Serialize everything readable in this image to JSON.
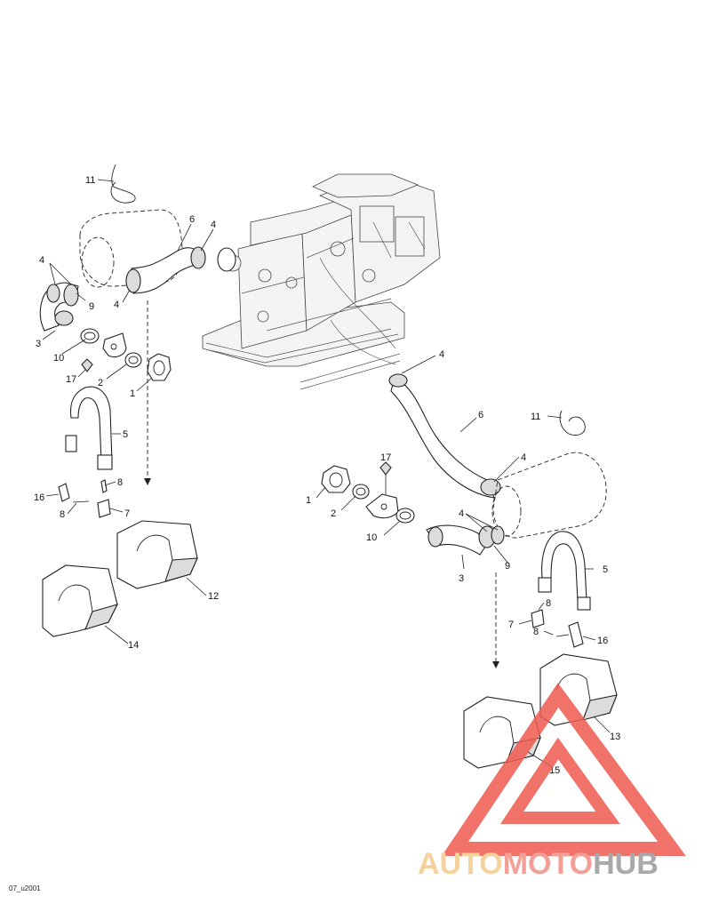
{
  "diagram": {
    "drawing_code": "07_u2001",
    "callouts": {
      "left": {
        "c11": "11",
        "c6": "6",
        "c4a": "4",
        "c4b": "4",
        "c4c": "4",
        "c9": "9",
        "c3": "3",
        "c10": "10",
        "c17": "17",
        "c2": "2",
        "c1": "1",
        "c5": "5",
        "c8a": "8",
        "c16": "16",
        "c8b": "8",
        "c7": "7",
        "c12": "12",
        "c14": "14"
      },
      "right": {
        "c4a": "4",
        "c6": "6",
        "c11": "11",
        "c4b": "4",
        "c17": "17",
        "c1": "1",
        "c2": "2",
        "c4c": "4",
        "c10": "10",
        "c9": "9",
        "c3": "3",
        "c5": "5",
        "c8a": "8",
        "c7": "7",
        "c8b": "8",
        "c16": "16",
        "c13": "13",
        "c15": "15"
      }
    }
  },
  "watermark": {
    "part1": "AUTO",
    "part2": "MOTO",
    "part3": "HUB",
    "colors": {
      "auto": "#f4c98a",
      "moto": "#f08f86",
      "hub": "#9b9b9b",
      "triangle": "#ef5a50"
    }
  }
}
